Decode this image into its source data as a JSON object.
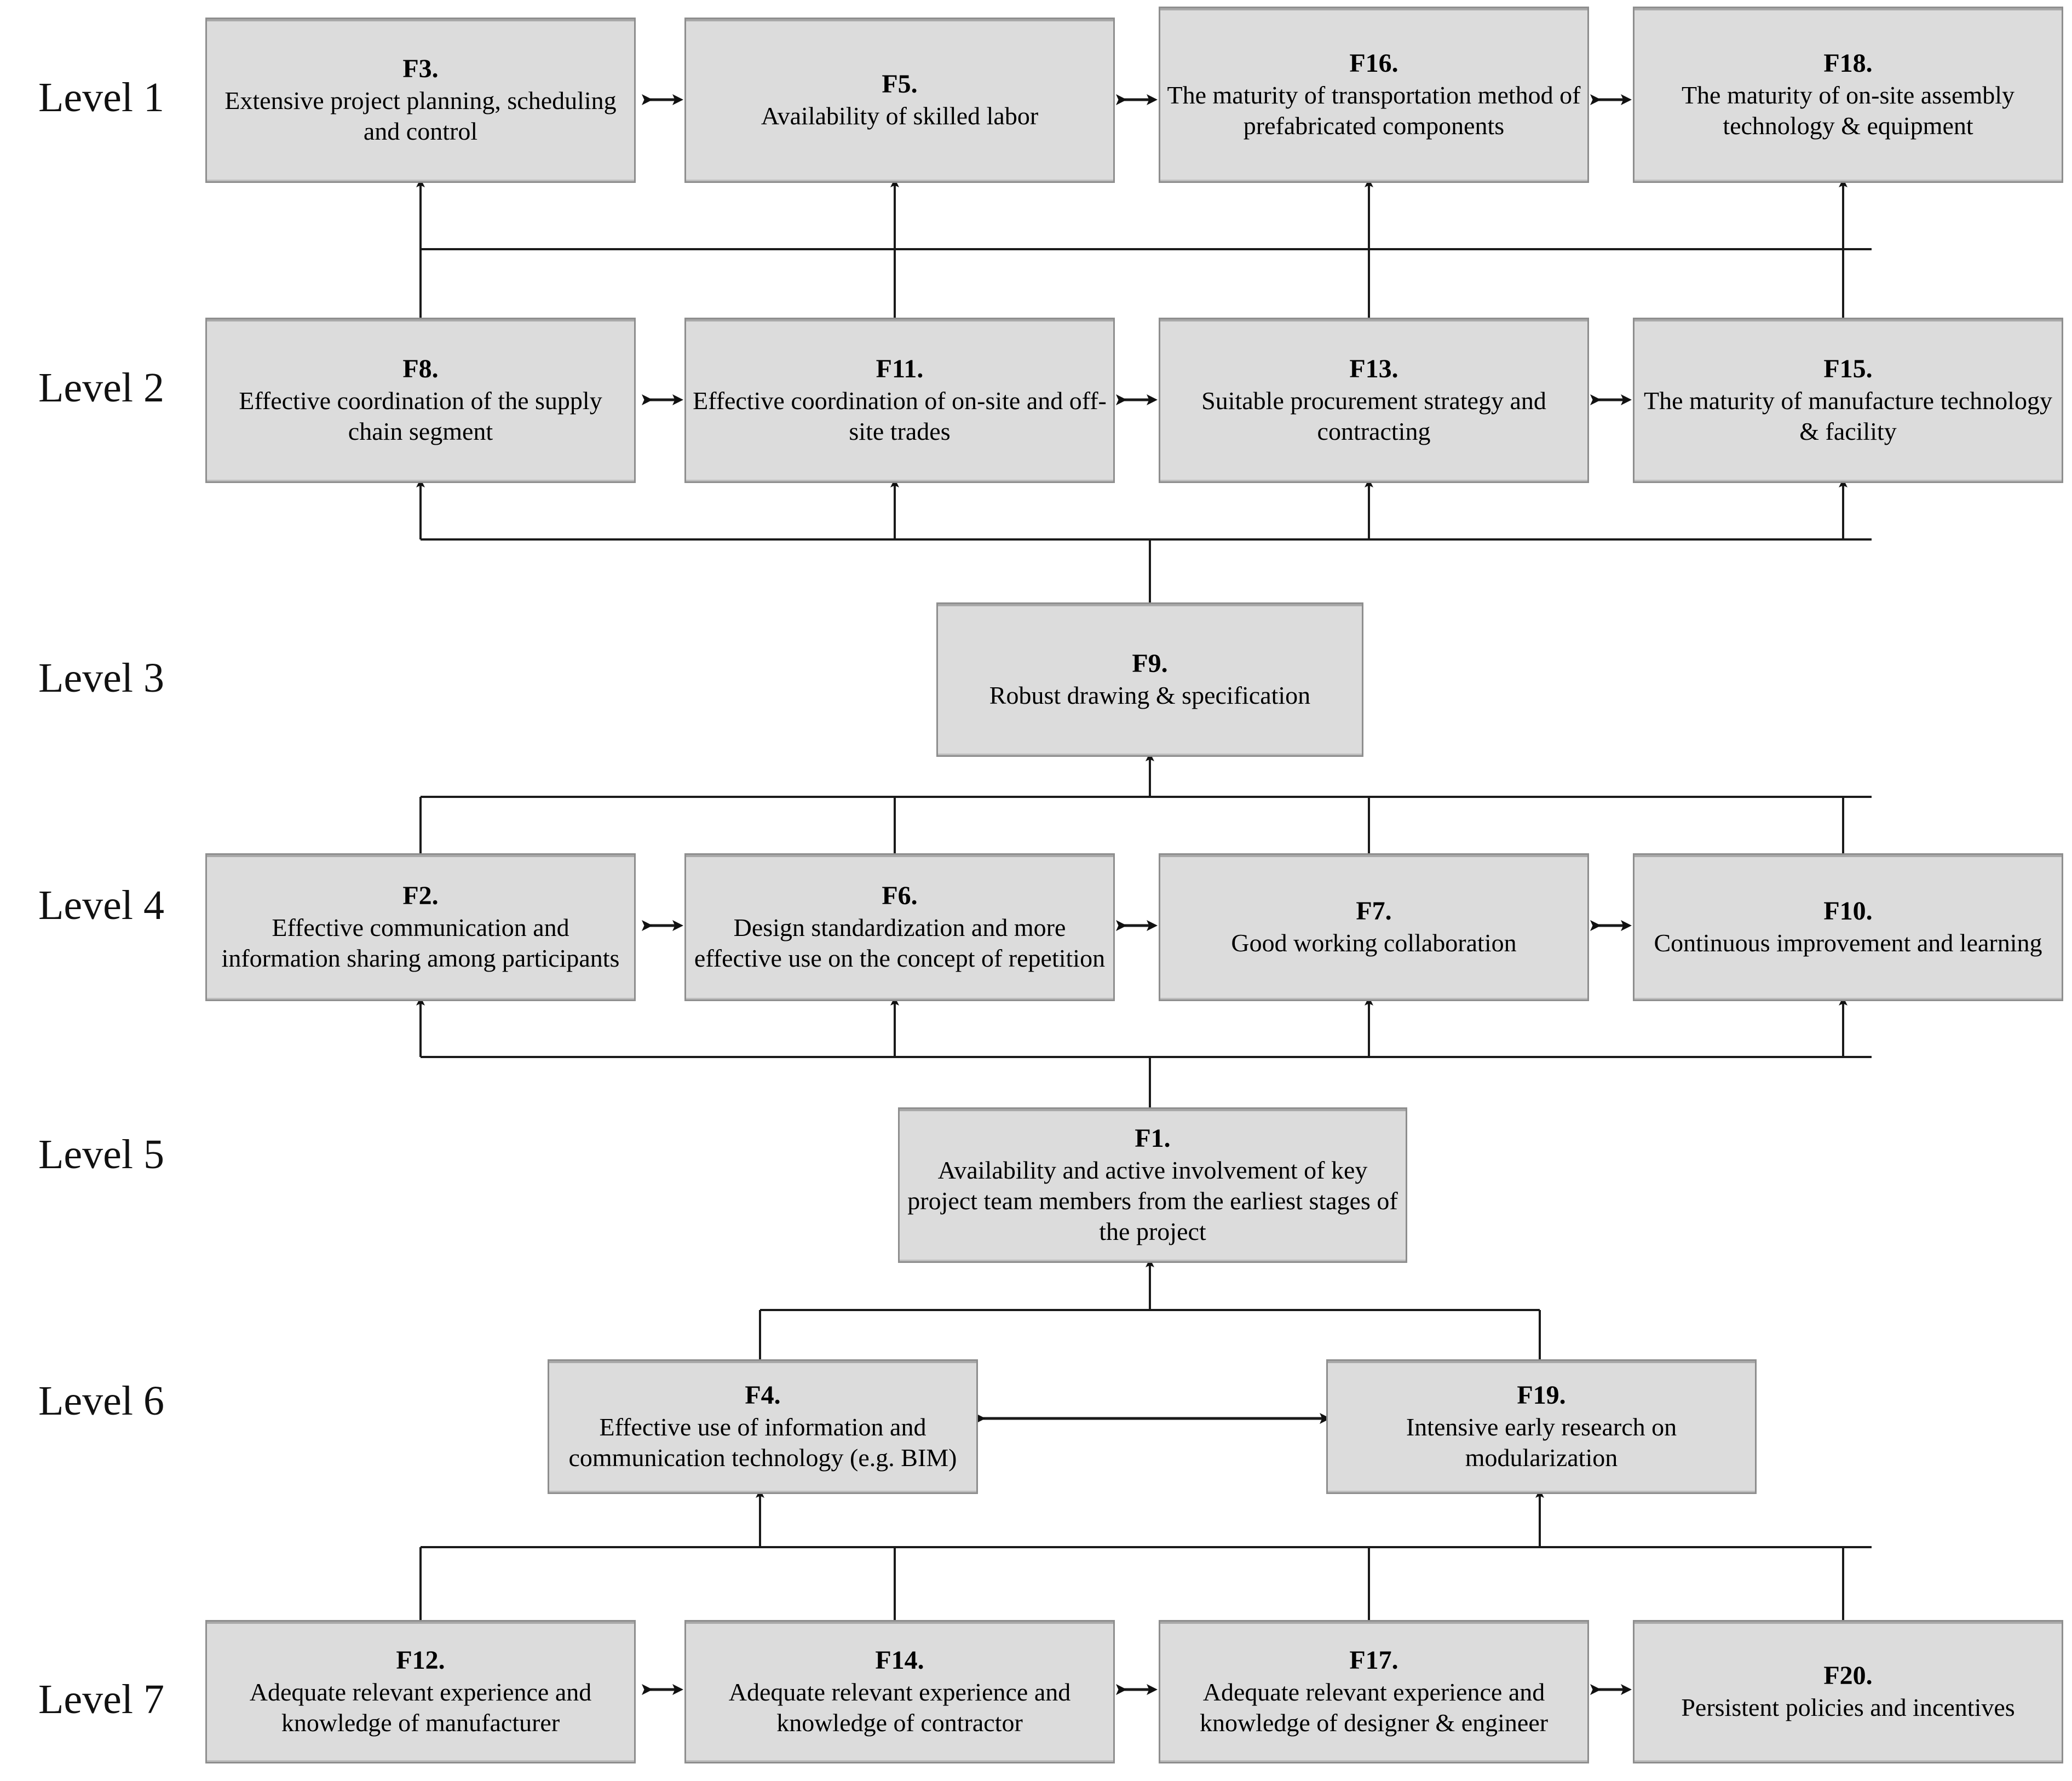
{
  "diagram": {
    "type": "ism-hierarchy-levels",
    "title_present": false,
    "box_fill": "#dcdcdc",
    "box_border": "#8e8e8e",
    "line_color": "#1a1a1a",
    "levels": [
      {
        "label": "Level 1"
      },
      {
        "label": "Level 2"
      },
      {
        "label": "Level 3"
      },
      {
        "label": "Level 4"
      },
      {
        "label": "Level 5"
      },
      {
        "label": "Level 6"
      },
      {
        "label": "Level 7"
      }
    ],
    "nodes": {
      "f3": {
        "code": "F3.",
        "desc": "Extensive project planning, scheduling and control"
      },
      "f5": {
        "code": "F5.",
        "desc": "Availability of skilled labor"
      },
      "f16": {
        "code": "F16.",
        "desc": "The maturity of transportation method of prefabricated components"
      },
      "f18": {
        "code": "F18.",
        "desc": "The maturity of on-site assembly technology & equipment"
      },
      "f8": {
        "code": "F8.",
        "desc": "Effective coordination of the supply chain segment"
      },
      "f11": {
        "code": "F11.",
        "desc": "Effective coordination of on-site and off-site trades"
      },
      "f13": {
        "code": "F13.",
        "desc": "Suitable procurement strategy and contracting"
      },
      "f15": {
        "code": "F15.",
        "desc": "The maturity of manufacture technology & facility"
      },
      "f9": {
        "code": "F9.",
        "desc": "Robust drawing & specification"
      },
      "f2": {
        "code": "F2.",
        "desc": "Effective communication and information sharing among participants"
      },
      "f6": {
        "code": "F6.",
        "desc": "Design standardization and more effective use on the concept of repetition"
      },
      "f7": {
        "code": "F7.",
        "desc": "Good working collaboration"
      },
      "f10": {
        "code": "F10.",
        "desc": "Continuous improvement and learning"
      },
      "f1": {
        "code": "F1.",
        "desc": "Availability and active involvement of key project team members from the earliest stages of the project"
      },
      "f4": {
        "code": "F4.",
        "desc": "Effective use of information and communication technology (e.g. BIM)"
      },
      "f19": {
        "code": "F19.",
        "desc": "Intensive early research on modularization"
      },
      "f12": {
        "code": "F12.",
        "desc": "Adequate relevant experience and knowledge of manufacturer"
      },
      "f14": {
        "code": "F14.",
        "desc": "Adequate relevant experience and knowledge of contractor"
      },
      "f17": {
        "code": "F17.",
        "desc": "Adequate relevant experience and knowledge of designer & engineer"
      },
      "f20": {
        "code": "F20.",
        "desc": "Persistent policies and incentives"
      }
    }
  }
}
